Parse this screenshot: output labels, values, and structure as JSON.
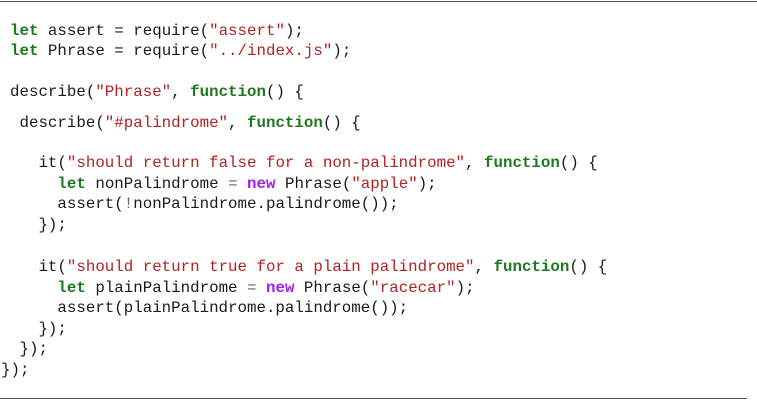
{
  "colors": {
    "keyword": "#1f7a1f",
    "keyword_new": "#a020f0",
    "string": "#b22222",
    "text": "#1a1a1a",
    "operator": "#666666"
  },
  "code": {
    "lines": [
      [
        {
          "t": "kw",
          "v": "let"
        },
        {
          "t": "txt",
          "v": " assert = require("
        },
        {
          "t": "str",
          "v": "\"assert\""
        },
        {
          "t": "txt",
          "v": ");"
        }
      ],
      [
        {
          "t": "kw",
          "v": "let"
        },
        {
          "t": "txt",
          "v": " Phrase = require("
        },
        {
          "t": "str",
          "v": "\"../index.js\""
        },
        {
          "t": "txt",
          "v": ");"
        }
      ],
      [],
      [
        {
          "t": "txt",
          "v": "describe("
        },
        {
          "t": "str",
          "v": "\"Phrase\""
        },
        {
          "t": "txt",
          "v": ", "
        },
        {
          "t": "kw",
          "v": "function"
        },
        {
          "t": "txt",
          "v": "() {"
        }
      ],
      [
        {
          "t": "txt",
          "v": " describe("
        },
        {
          "t": "str",
          "v": "\"#palindrome\""
        },
        {
          "t": "txt",
          "v": ", "
        },
        {
          "t": "kw",
          "v": "function"
        },
        {
          "t": "txt",
          "v": "() {"
        }
      ],
      [],
      [
        {
          "t": "txt",
          "v": "   it("
        },
        {
          "t": "str",
          "v": "\"should return false for a non-palindrome\""
        },
        {
          "t": "txt",
          "v": ", "
        },
        {
          "t": "kw",
          "v": "function"
        },
        {
          "t": "txt",
          "v": "() {"
        }
      ],
      [
        {
          "t": "txt",
          "v": "     "
        },
        {
          "t": "kw",
          "v": "let"
        },
        {
          "t": "txt",
          "v": " nonPalindrome "
        },
        {
          "t": "op",
          "v": "="
        },
        {
          "t": "txt",
          "v": " "
        },
        {
          "t": "kw2",
          "v": "new"
        },
        {
          "t": "txt",
          "v": " Phrase("
        },
        {
          "t": "str",
          "v": "\"apple\""
        },
        {
          "t": "txt",
          "v": ");"
        }
      ],
      [
        {
          "t": "txt",
          "v": "     assert("
        },
        {
          "t": "op",
          "v": "!"
        },
        {
          "t": "txt",
          "v": "nonPalindrome.palindrome());"
        }
      ],
      [
        {
          "t": "txt",
          "v": "   });"
        }
      ],
      [],
      [
        {
          "t": "txt",
          "v": "   it("
        },
        {
          "t": "str",
          "v": "\"should return true for a plain palindrome\""
        },
        {
          "t": "txt",
          "v": ", "
        },
        {
          "t": "kw",
          "v": "function"
        },
        {
          "t": "txt",
          "v": "() {"
        }
      ],
      [
        {
          "t": "txt",
          "v": "     "
        },
        {
          "t": "kw",
          "v": "let"
        },
        {
          "t": "txt",
          "v": " plainPalindrome "
        },
        {
          "t": "op",
          "v": "="
        },
        {
          "t": "txt",
          "v": " "
        },
        {
          "t": "kw2",
          "v": "new"
        },
        {
          "t": "txt",
          "v": " Phrase("
        },
        {
          "t": "str",
          "v": "\"racecar\""
        },
        {
          "t": "txt",
          "v": ");"
        }
      ],
      [
        {
          "t": "txt",
          "v": "     assert(plainPalindrome.palindrome());"
        }
      ],
      [
        {
          "t": "txt",
          "v": "   });"
        }
      ],
      [
        {
          "t": "txt",
          "v": " });"
        }
      ],
      [
        {
          "t": "txt",
          "v": "});"
        }
      ]
    ]
  }
}
